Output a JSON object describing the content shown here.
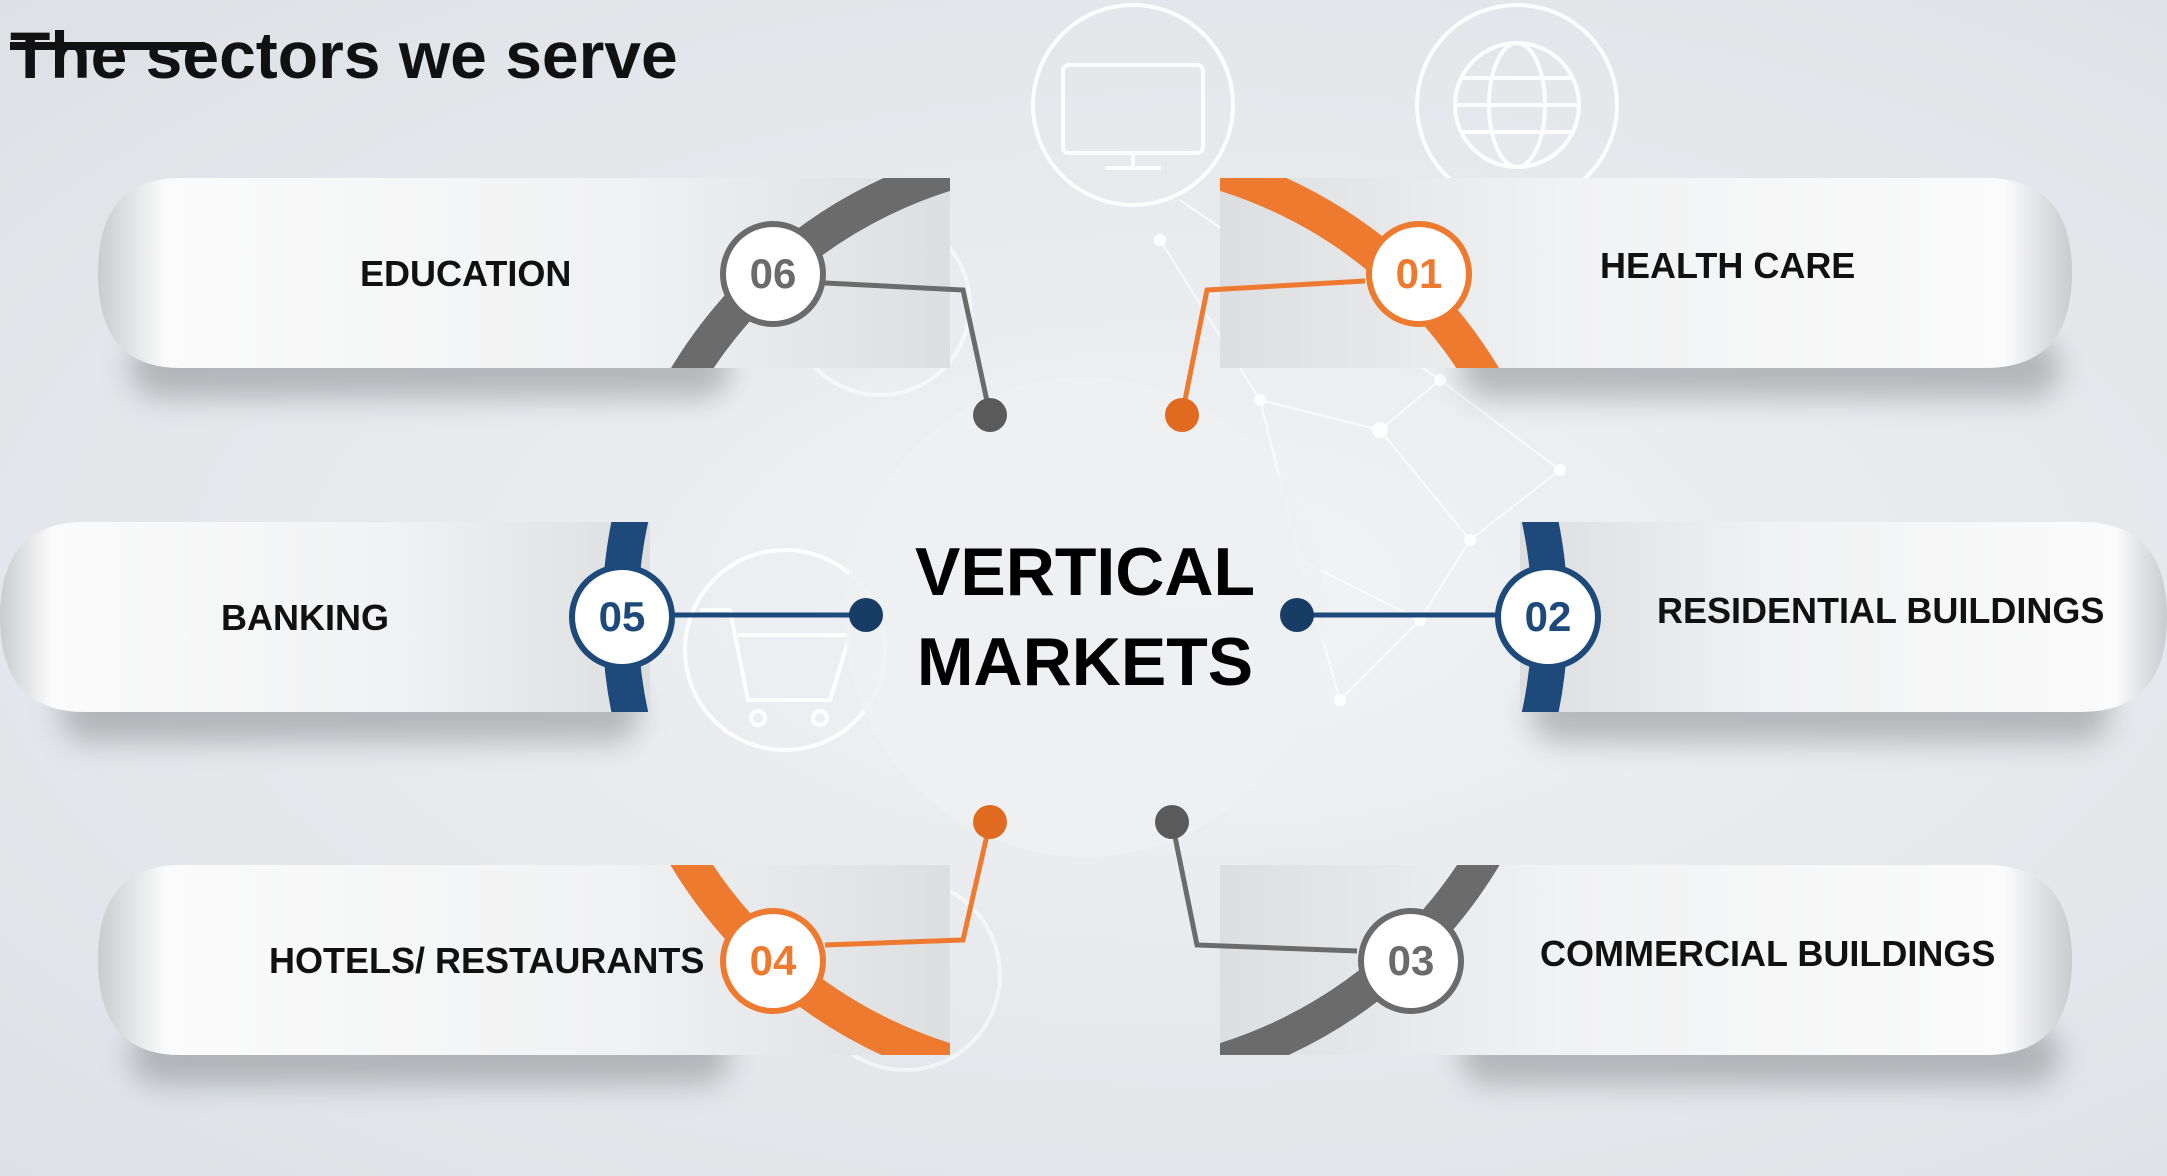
{
  "title": "The sectors we serve",
  "center": {
    "line1": "VERTICAL",
    "line2": "MARKETS"
  },
  "colors": {
    "orange": "#ee7a2f",
    "gray": "#6b6b6b",
    "navy": "#1d4a7a"
  },
  "sectors": [
    {
      "number": "01",
      "label": "HEALTH CARE",
      "color": "#ee7a2f"
    },
    {
      "number": "02",
      "label": "RESIDENTIAL BUILDINGS",
      "color": "#1d4a7a"
    },
    {
      "number": "03",
      "label": "COMMERCIAL BUILDINGS",
      "color": "#6b6b6b"
    },
    {
      "number": "04",
      "label": "HOTELS/ RESTAURANTS",
      "color": "#ee7a2f"
    },
    {
      "number": "05",
      "label": "BANKING",
      "color": "#1d4a7a"
    },
    {
      "number": "06",
      "label": "EDUCATION",
      "color": "#6b6b6b"
    }
  ]
}
